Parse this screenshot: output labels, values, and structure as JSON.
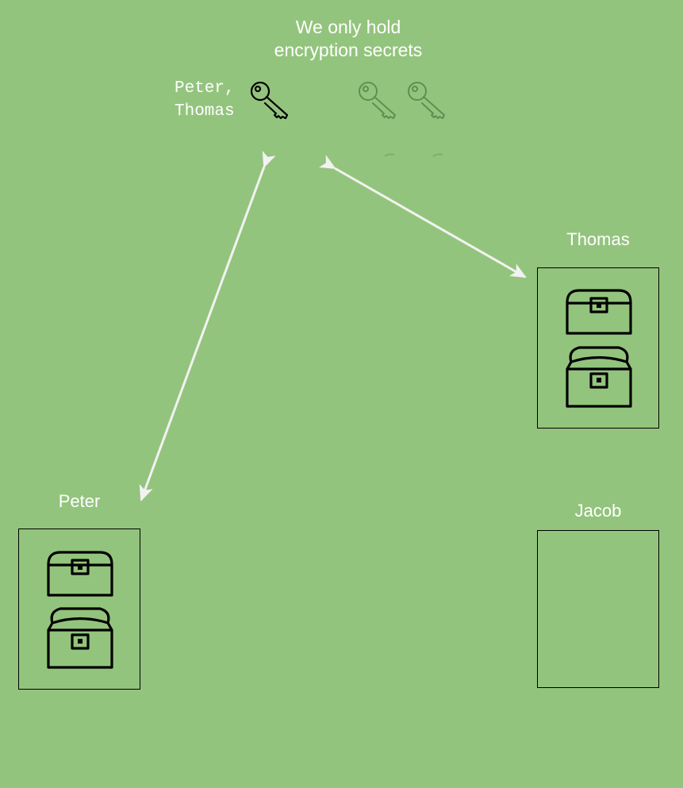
{
  "diagram": {
    "title": "We only hold\nencryption secrets",
    "key_label": "Peter,\nThomas",
    "icons": {
      "active_key": "key-icon",
      "faded_keys": [
        "key-icon",
        "key-icon"
      ],
      "chest_closed": "treasure-chest-closed-icon",
      "chest_open": "treasure-chest-open-icon"
    },
    "people": [
      {
        "name": "Thomas",
        "chests": [
          "closed",
          "open"
        ]
      },
      {
        "name": "Peter",
        "chests": [
          "closed",
          "open"
        ]
      },
      {
        "name": "Jacob",
        "chests": []
      }
    ],
    "colors": {
      "background": "#93c47d",
      "text": "#ffffff",
      "arrow": "#f2f2f2",
      "stroke": "#000000",
      "faded_key": "#5f8f50"
    }
  }
}
